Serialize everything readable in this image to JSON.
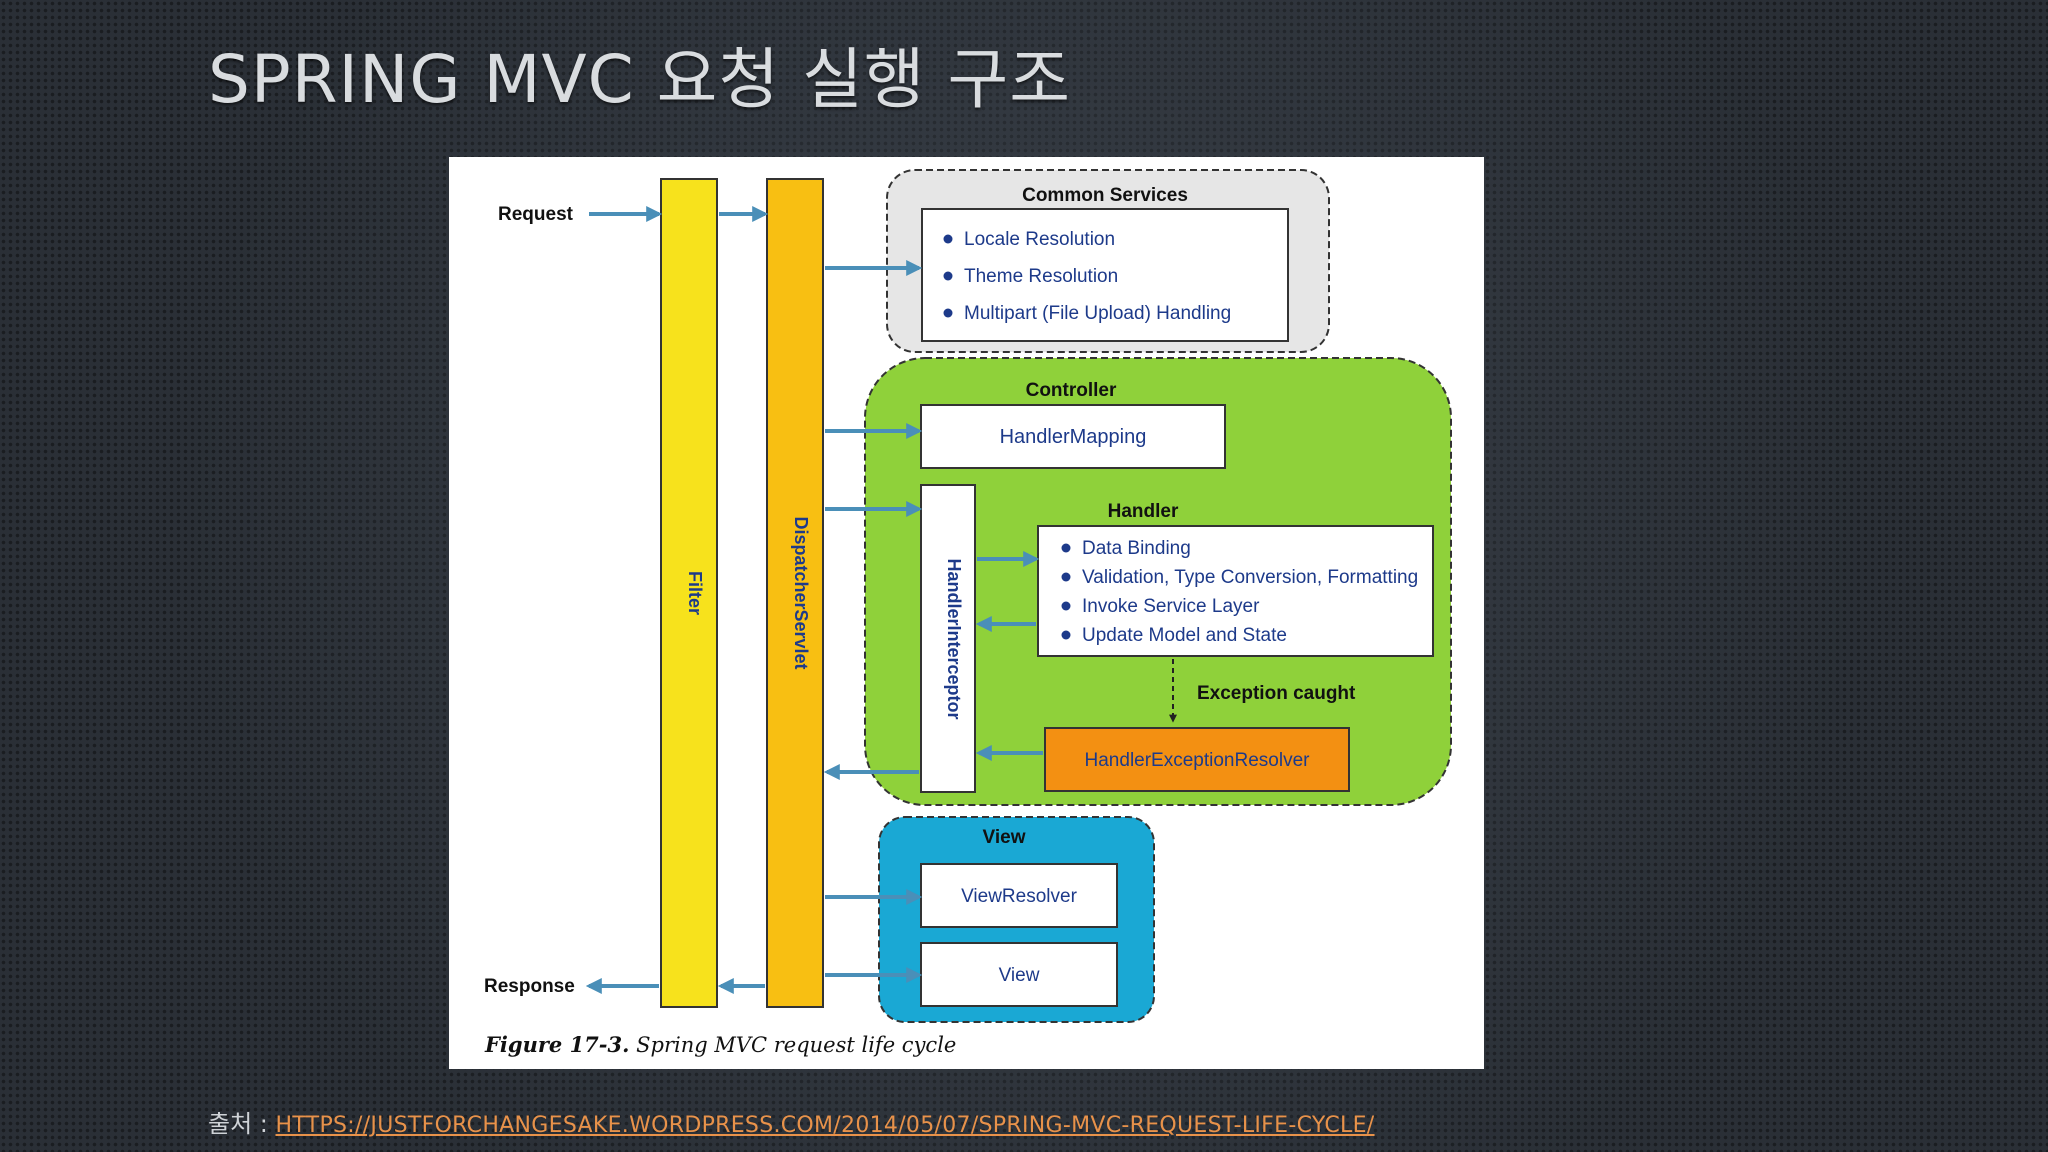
{
  "slide": {
    "title": "SPRING MVC 요청 실행 구조",
    "source_prefix": "출처 : ",
    "source_url": "HTTPS://JUSTFORCHANGESAKE.WORDPRESS.COM/2014/05/07/SPRING-MVC-REQUEST-LIFE-CYCLE/"
  },
  "diagram": {
    "request_label": "Request",
    "response_label": "Response",
    "filter_label": "Filter",
    "dispatcher_label": "DispatcherServlet",
    "common_services": {
      "title": "Common Services",
      "items": [
        "Locale Resolution",
        "Theme Resolution",
        "Multipart (File Upload) Handling"
      ]
    },
    "controller": {
      "title": "Controller",
      "handler_mapping": "HandlerMapping",
      "handler_interceptor": "HandlerInterceptor",
      "handler_title": "Handler",
      "handler_items": [
        "Data Binding",
        "Validation, Type Conversion, Formatting",
        "Invoke Service Layer",
        "Update Model and State"
      ],
      "exception_label": "Exception caught",
      "exception_resolver": "HandlerExceptionResolver"
    },
    "view": {
      "title": "View",
      "view_resolver": "ViewResolver",
      "view": "View"
    },
    "caption_bold": "Figure 17-3.",
    "caption_text": " Spring MVC request life cycle"
  },
  "colors": {
    "filter": "#f7e21c",
    "dispatcher": "#f8bf12",
    "controller_bg": "#8fd13a",
    "view_bg": "#1aa8d4",
    "common_bg": "#e6e6e6",
    "exception_resolver": "#f39012",
    "arrow": "#4a8fb8",
    "link": "#e8924a"
  }
}
